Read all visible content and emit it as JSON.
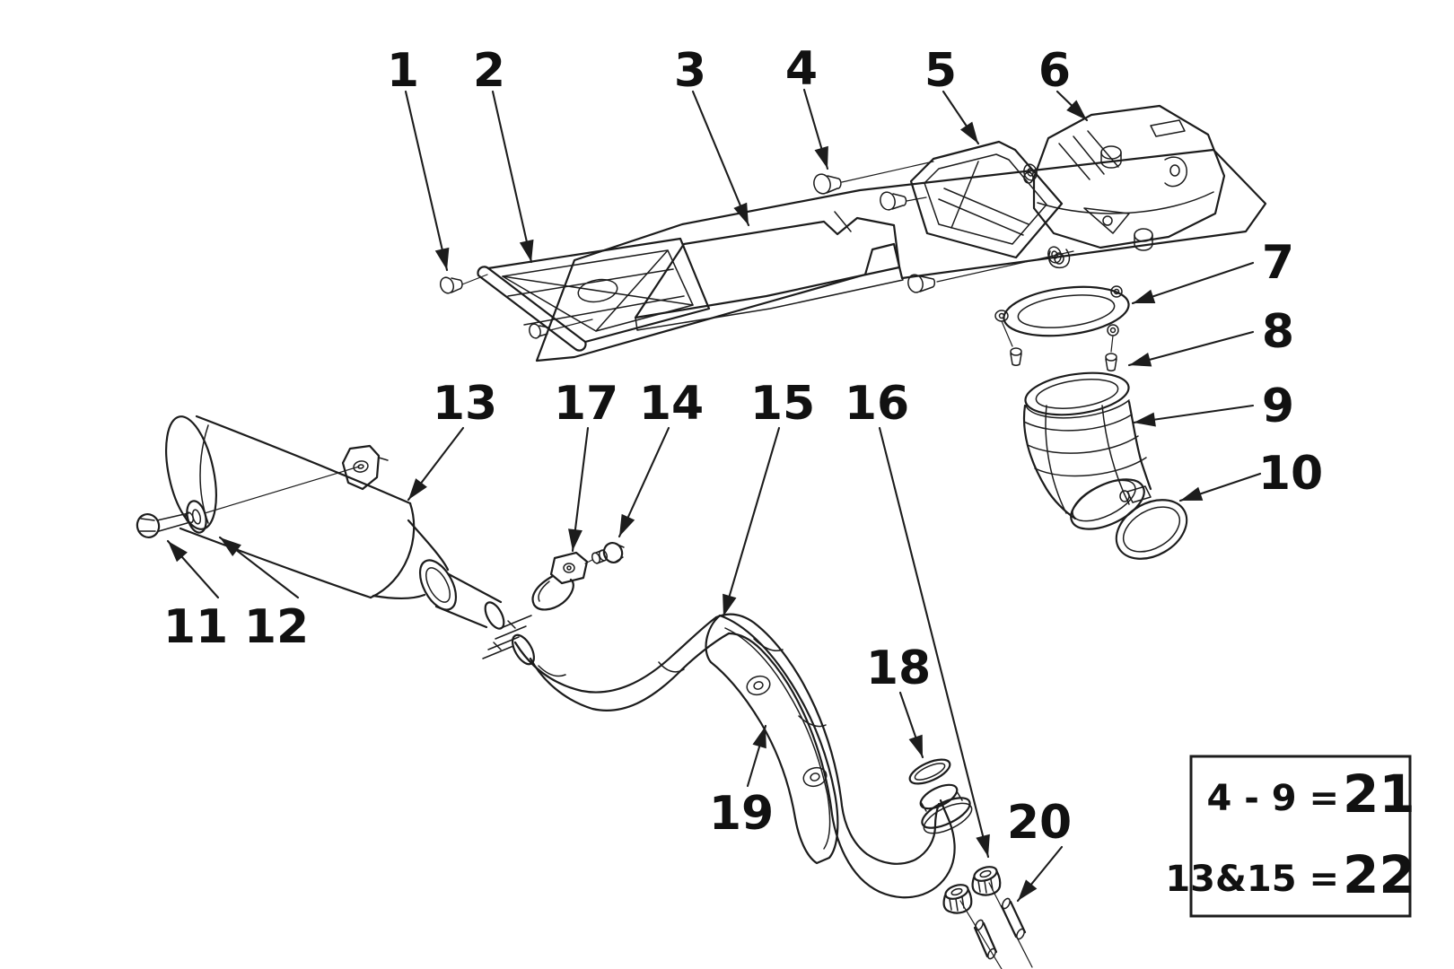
{
  "diagram": {
    "background": "#ffffff",
    "ink": "#1c1c1c",
    "description_of_pixels": "Black-and-white exploded parts line diagram of a motorcycle air intake and exhaust system with numbered callouts",
    "part_labels": [
      "1",
      "2",
      "3",
      "4",
      "5",
      "6",
      "7",
      "8",
      "9",
      "10",
      "11",
      "12",
      "13",
      "14",
      "15",
      "16",
      "17",
      "18",
      "19",
      "20"
    ],
    "legend": {
      "row1_expr": "4 - 9 =",
      "row1_part": "21",
      "row2_expr": "13&15 =",
      "row2_part": "22"
    }
  }
}
